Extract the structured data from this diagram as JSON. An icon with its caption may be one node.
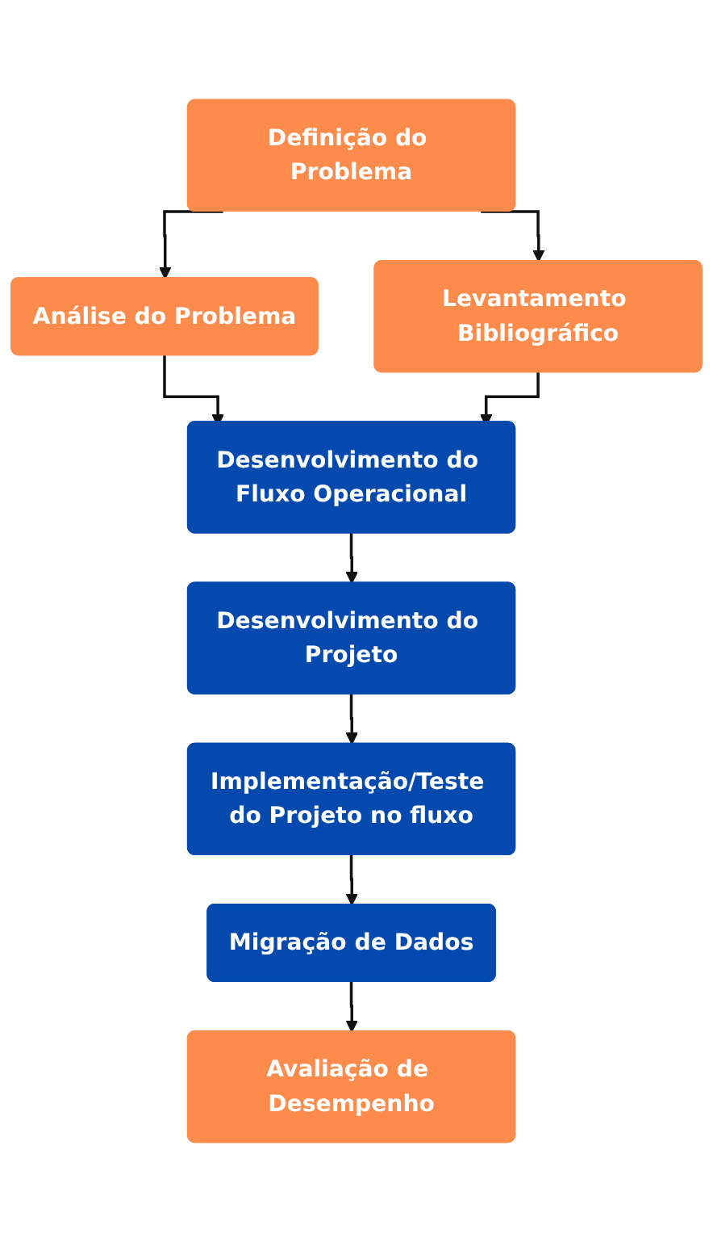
{
  "diagram": {
    "nodes": [
      {
        "text": [
          "Definição do Problema"
        ]
      },
      {
        "text": [
          "Análise do Problema"
        ]
      },
      {
        "text": [
          "Levantamento Bibliográfico"
        ]
      },
      {
        "text": [
          "Desenvolvimento do Fluxo Operacional"
        ]
      },
      {
        "text": [
          "Desenvolvimento do Projeto"
        ]
      },
      {
        "text": [
          "Implementação/Teste do Projeto no fluxo"
        ]
      },
      {
        "text": [
          "Migração de Dados"
        ]
      },
      {
        "text": [
          "Avaliação de Desempenho"
        ]
      }
    ],
    "edges": [
      {
        "from": 0,
        "to": 1,
        "arrow": "to"
      },
      {
        "from": 0,
        "to": 2,
        "arrow": "to"
      },
      {
        "from": 1,
        "to": 3,
        "arrow": "to"
      },
      {
        "from": 2,
        "to": 3,
        "arrow": "to"
      },
      {
        "from": 3,
        "to": 4,
        "arrow": "to"
      },
      {
        "from": 4,
        "to": 5,
        "arrow": "to"
      },
      {
        "from": 5,
        "to": 6,
        "arrow": "to"
      },
      {
        "from": 6,
        "to": 7,
        "arrow": "to"
      }
    ]
  }
}
